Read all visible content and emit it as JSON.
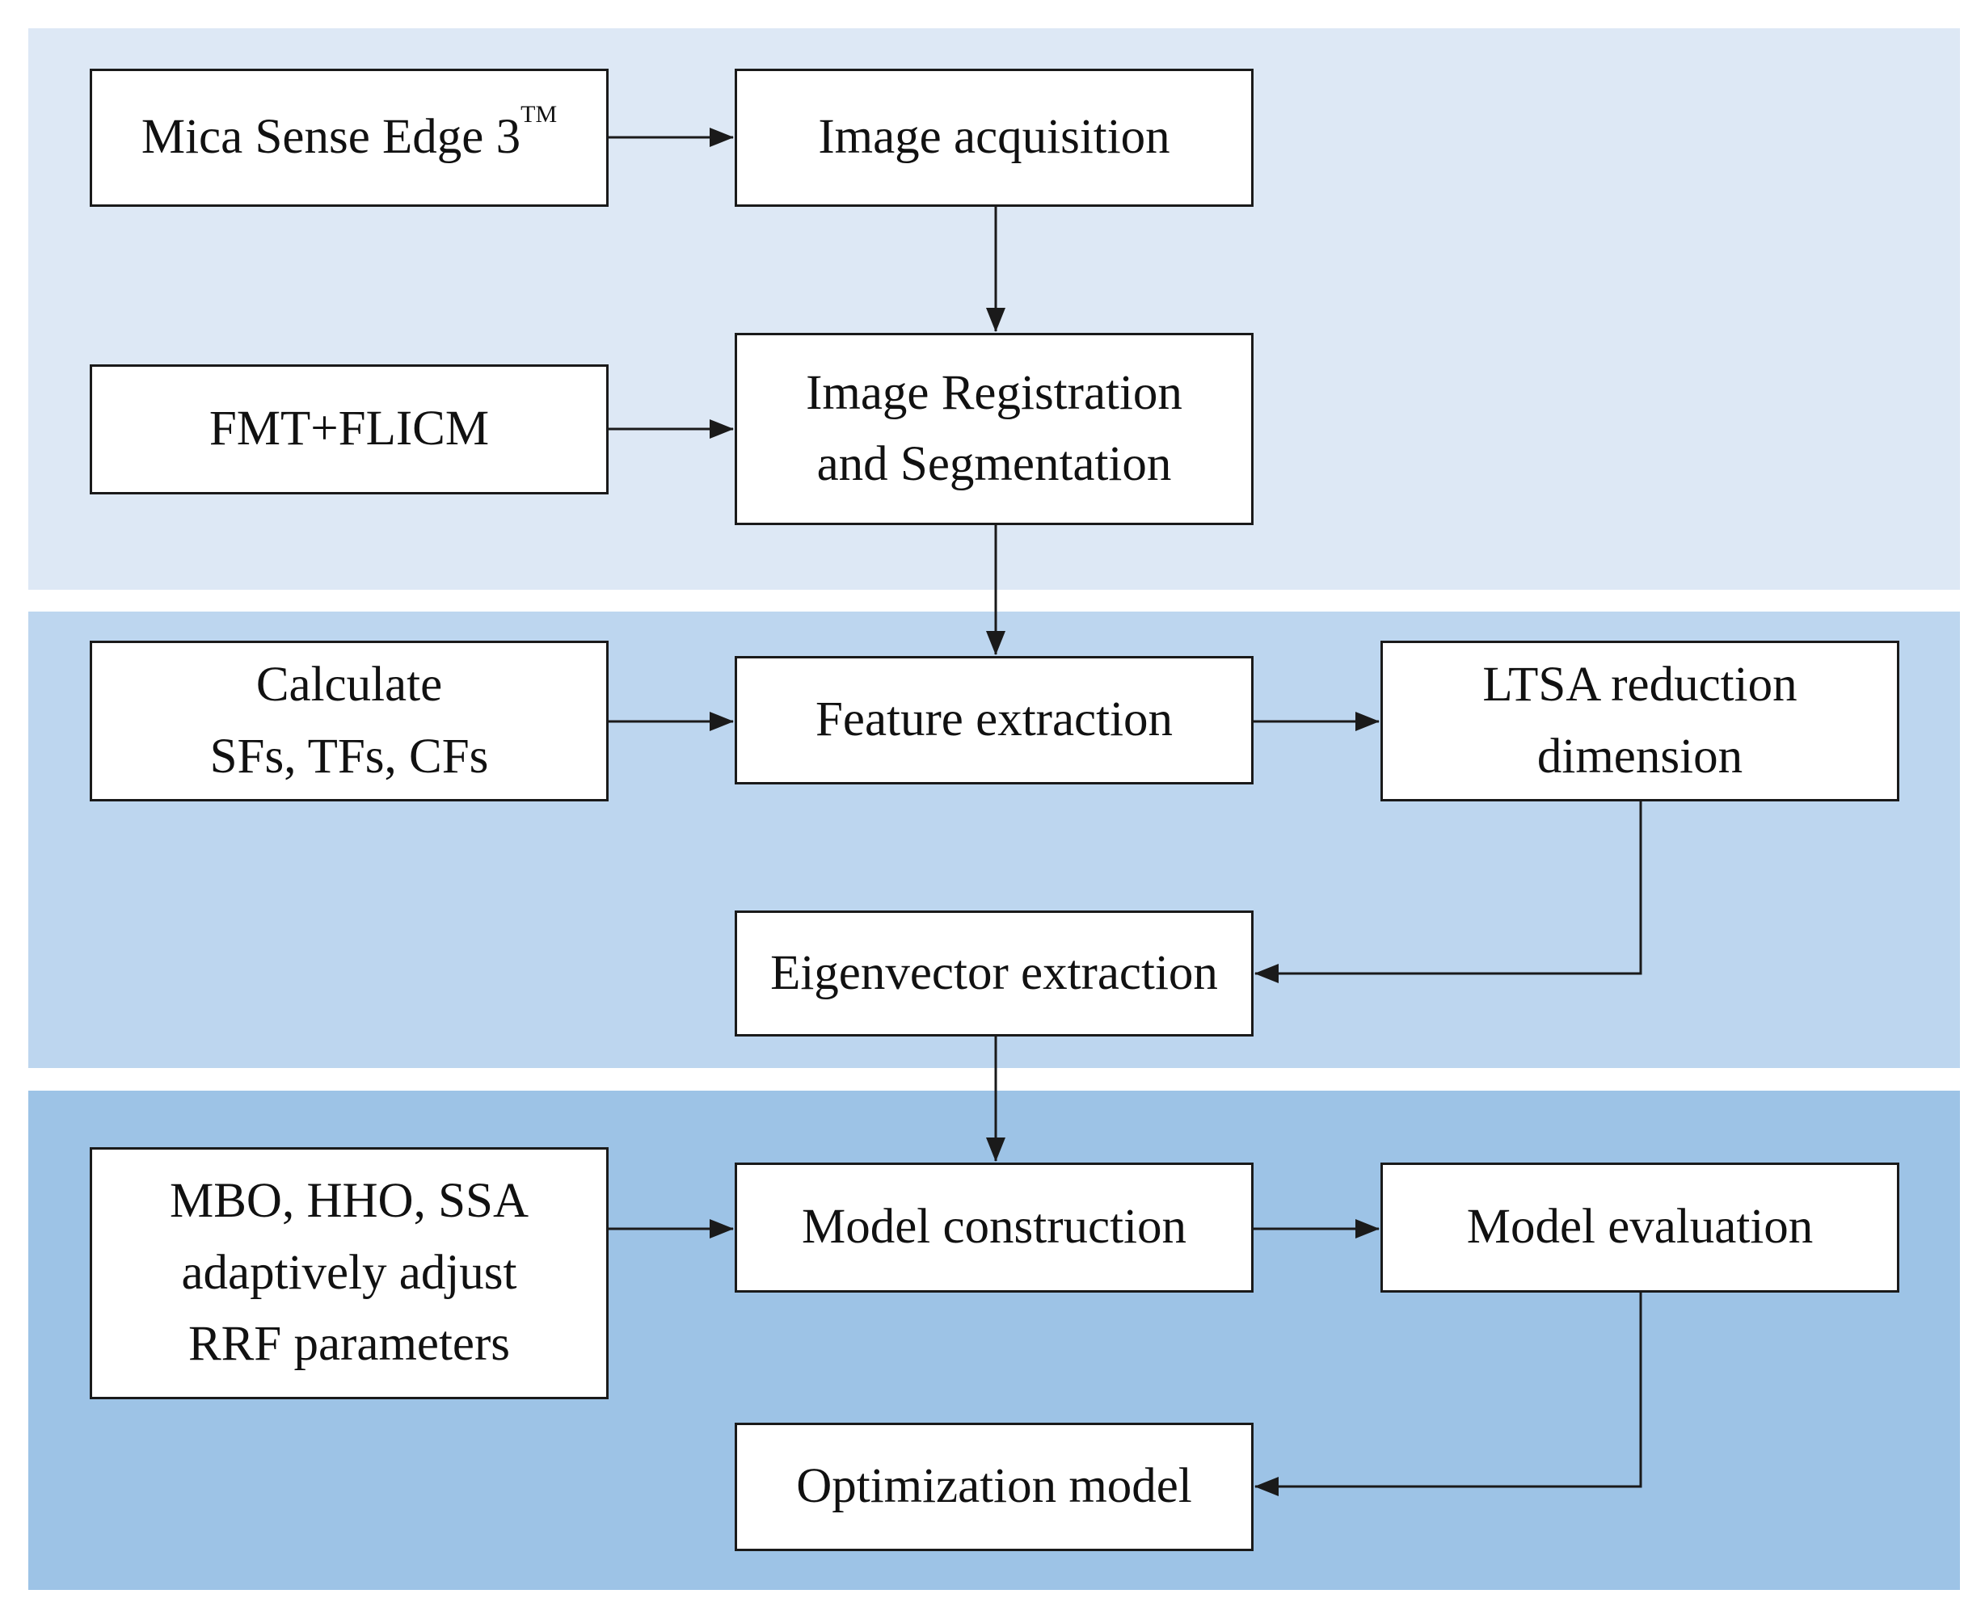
{
  "colors": {
    "band_top": "#dde8f5",
    "band_middle": "#bdd6ef",
    "band_bottom": "#9dc3e6",
    "box_fill": "#ffffff",
    "box_border": "#1a1a1a",
    "arrow": "#1a1a1a",
    "text": "#111111"
  },
  "nodes": {
    "micasense": {
      "text": "Mica Sense Edge 3",
      "superscript": "TM"
    },
    "image_acquisition": {
      "text": "Image acquisition"
    },
    "fmt_flicm": {
      "text": "FMT+FLICM"
    },
    "registration": {
      "lines": [
        "Image Registration",
        "and Segmentation"
      ]
    },
    "calculate": {
      "lines": [
        "Calculate",
        "SFs, TFs, CFs"
      ]
    },
    "feature_extraction": {
      "text": "Feature extraction"
    },
    "ltsa": {
      "lines": [
        "LTSA reduction",
        "dimension"
      ]
    },
    "eigenvector": {
      "text": "Eigenvector extraction"
    },
    "mbo": {
      "lines": [
        "MBO, HHO, SSA",
        "adaptively adjust",
        "RRF parameters"
      ]
    },
    "model_construction": {
      "text": "Model construction"
    },
    "model_evaluation": {
      "text": "Model evaluation"
    },
    "optimization_model": {
      "text": "Optimization model"
    }
  },
  "edges": [
    {
      "from": "micasense",
      "to": "image_acquisition"
    },
    {
      "from": "image_acquisition",
      "to": "registration"
    },
    {
      "from": "fmt_flicm",
      "to": "registration"
    },
    {
      "from": "registration",
      "to": "feature_extraction"
    },
    {
      "from": "calculate",
      "to": "feature_extraction"
    },
    {
      "from": "feature_extraction",
      "to": "ltsa"
    },
    {
      "from": "ltsa",
      "to": "eigenvector"
    },
    {
      "from": "eigenvector",
      "to": "model_construction"
    },
    {
      "from": "mbo",
      "to": "model_construction"
    },
    {
      "from": "model_construction",
      "to": "model_evaluation"
    },
    {
      "from": "model_evaluation",
      "to": "optimization_model"
    }
  ]
}
